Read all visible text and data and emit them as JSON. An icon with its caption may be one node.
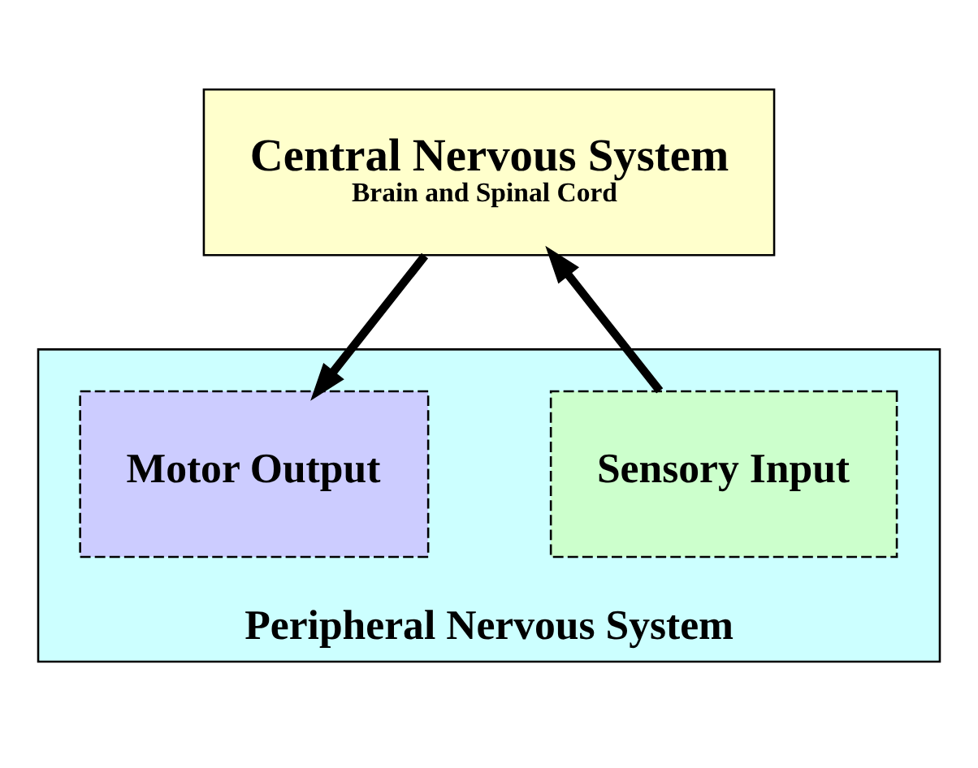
{
  "diagram": {
    "nodes": [
      {
        "text": [
          "Central Nervous System",
          "Brain and Spinal Cord"
        ]
      },
      {
        "text": [
          "Peripheral Nervous System"
        ]
      },
      {
        "text": [
          "Sensory Input"
        ],
        "in": 1
      },
      {
        "text": [
          "Motor Output"
        ],
        "in": 1
      }
    ],
    "edges": [
      {
        "from": 2,
        "to": 0,
        "arrow": "to"
      },
      {
        "from": 0,
        "to": 3,
        "arrow": "to"
      }
    ]
  }
}
